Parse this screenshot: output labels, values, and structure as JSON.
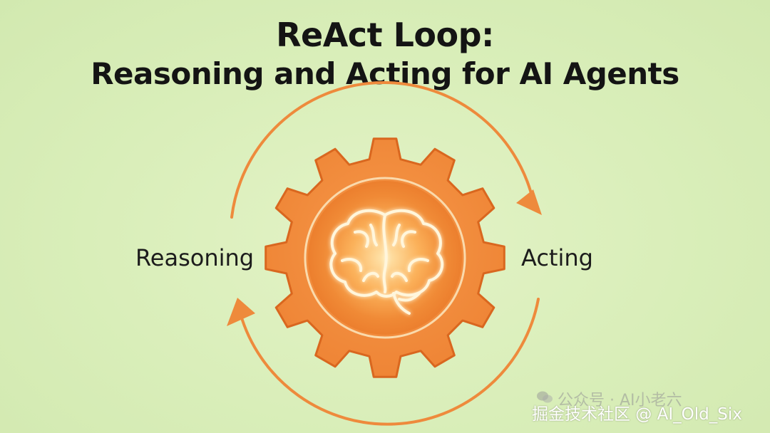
{
  "title": {
    "line1": "ReAct Loop:",
    "line2": "Reasoning and Acting for AI Agents"
  },
  "labels": {
    "left": "Reasoning",
    "right": "Acting"
  },
  "center": {
    "gear_icon": "gear-icon",
    "brain_icon": "brain-icon"
  },
  "loop": {
    "direction": "clockwise",
    "arrow_icon": "arrow-icon"
  },
  "watermark": {
    "upper": "公众号 · AI小老六",
    "lower": "掘金技术社区 @ AI_Old_Six",
    "icon": "wechat-icon"
  },
  "colors": {
    "background": "#dcefbd",
    "accent": "#f0893a",
    "gear_fill": "#f28a3c",
    "gear_stroke": "#d9671f",
    "brain_glow": "#fff4d6",
    "text": "#141414"
  }
}
